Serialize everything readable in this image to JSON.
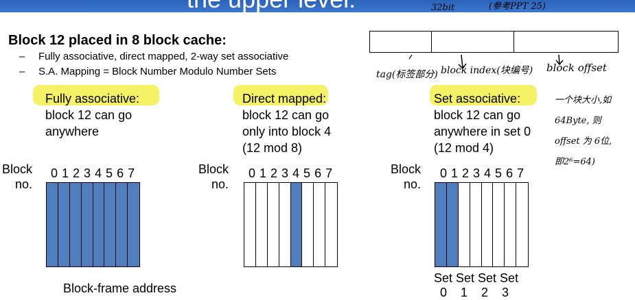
{
  "slide": {
    "title_fragment": "the upper level:",
    "heading": "Block 12 placed in 8 block cache:",
    "bullets": [
      "Fully associative, direct mapped, 2-way set associative",
      "S.A. Mapping = Block Number Modulo Number Sets"
    ],
    "bullet_marker": "–",
    "columns": [
      {
        "name": "fully",
        "title": "Fully associative:",
        "lines": [
          "block 12 can go",
          "anywhere"
        ],
        "block_label_1": "Block",
        "block_label_2": "no.",
        "numbers": "0 1 2 3 4 5 6 7",
        "filled_blocks": [
          0,
          1,
          2,
          3,
          4,
          5,
          6,
          7
        ]
      },
      {
        "name": "direct",
        "title": "Direct mapped",
        "title_suffix": ":",
        "lines": [
          "block 12 can go",
          "only into block 4",
          "(12 mod 8)"
        ],
        "block_label_1": "Block",
        "block_label_2": "no.",
        "numbers": "0 1 2 3 4 5 6 7",
        "filled_blocks": [
          4
        ]
      },
      {
        "name": "set",
        "title": "Set associative",
        "title_suffix": ":",
        "lines": [
          "block 12 can go",
          "anywhere in set 0",
          "(12 mod 4)"
        ],
        "block_label_1": "Block",
        "block_label_2": "no.",
        "numbers": "0 1 2 3 4 5 6 7",
        "filled_blocks": [
          0,
          1
        ]
      }
    ],
    "block_frame_address": "Block-frame address",
    "sets": {
      "labels": "Set Set Set Set",
      "numbers": "0    1    2    3"
    }
  },
  "annotations": {
    "bits": "32bit",
    "ppt_note": "(参考PPT 25)",
    "tag": "tag(标签部分)",
    "block_index": "block index(块编号)",
    "block_offset": "block offset",
    "note_lines": [
      "一个块大小,如",
      "64Byte, 则",
      "offset 为 6位,",
      "即2⁶=64)"
    ]
  },
  "colors": {
    "block_fill": "#4f7fbf",
    "highlight": "#f3f04a",
    "title_band": "#2a62b8"
  }
}
